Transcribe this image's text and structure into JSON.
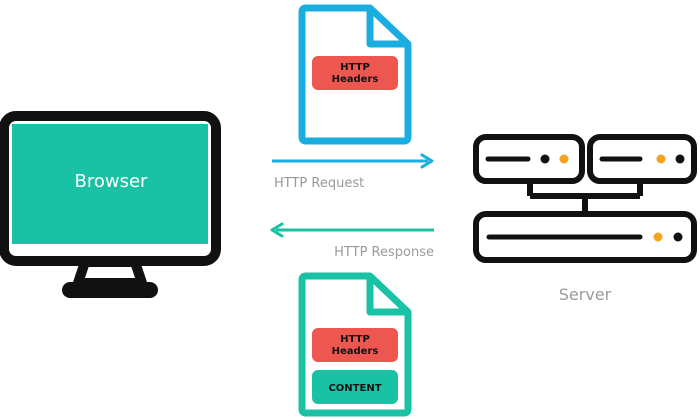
{
  "diagram": {
    "browser": {
      "label": "Browser"
    },
    "server": {
      "label": "Server"
    },
    "request": {
      "label": "HTTP Request",
      "document_tag": "HTTP Headers"
    },
    "response": {
      "label": "HTTP Response",
      "headers_tag": "HTTP Headers",
      "content_tag": "CONTENT"
    },
    "colors": {
      "teal": "#19c2a4",
      "blue": "#1aaee0",
      "red": "#ee5650",
      "orange": "#f5a21e",
      "dark": "#111111",
      "gray_text": "#9a9a9a"
    }
  }
}
